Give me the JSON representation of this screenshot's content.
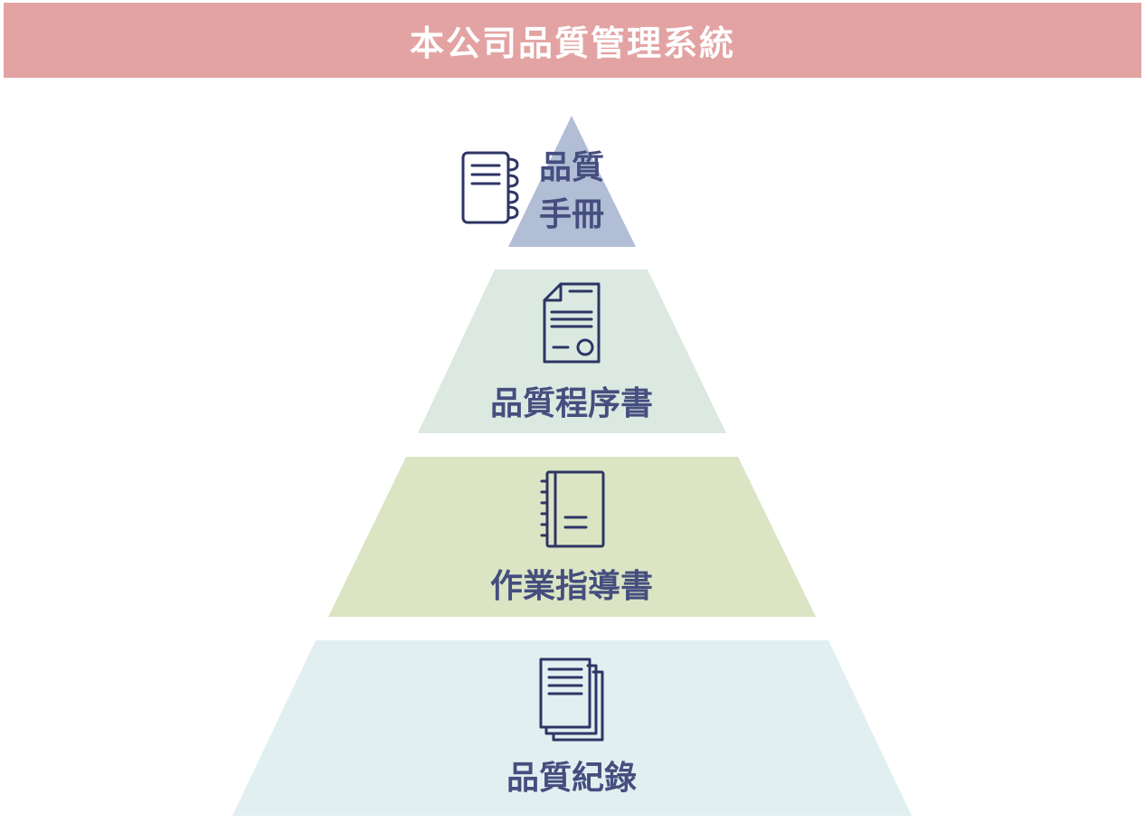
{
  "header": {
    "title": "本公司品質管理系統"
  },
  "pyramid": {
    "levels": [
      {
        "label_line1": "品質",
        "label_line2": "手冊",
        "color": "#b2bdd6",
        "icon": "spiral-notebook-icon"
      },
      {
        "label": "品質程序書",
        "color": "#dbe9e1",
        "icon": "certificate-document-icon"
      },
      {
        "label": "作業指導書",
        "color": "#dbe5c4",
        "icon": "notebook-icon"
      },
      {
        "label": "品質紀錄",
        "color": "#e1eff0",
        "icon": "document-stack-icon"
      }
    ]
  }
}
